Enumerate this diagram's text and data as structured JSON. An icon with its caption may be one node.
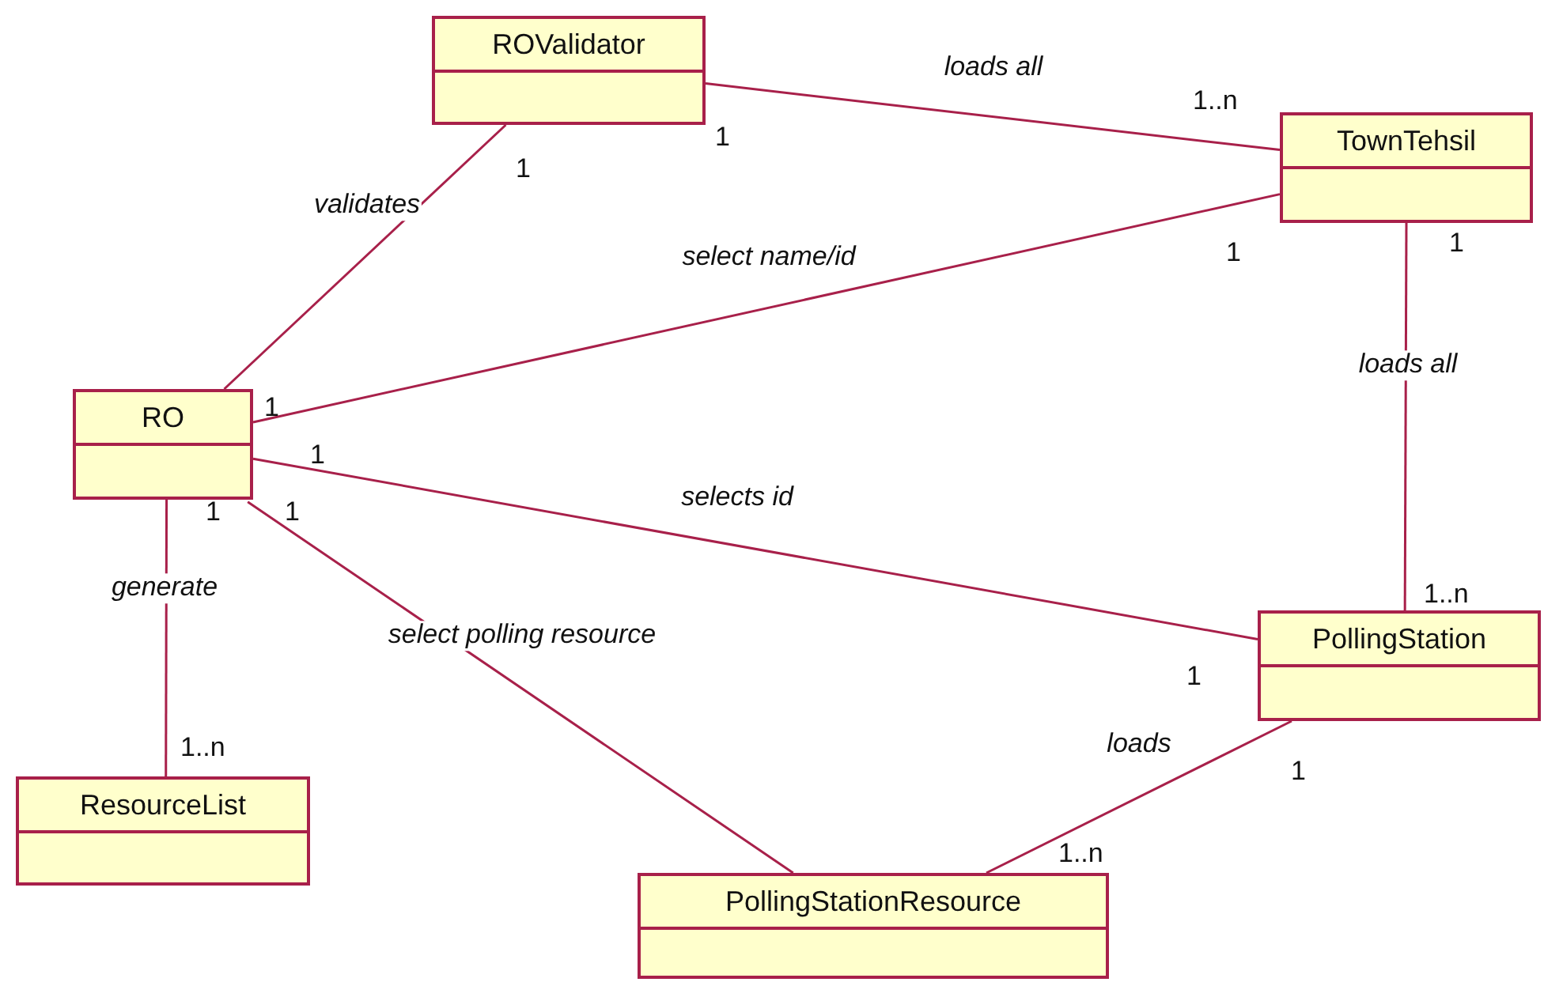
{
  "diagram": {
    "nodes": [
      {
        "text": [
          "ROValidator"
        ]
      },
      {
        "text": [
          "TownTehsil"
        ]
      },
      {
        "text": [
          "RO"
        ]
      },
      {
        "text": [
          "PollingStation"
        ]
      },
      {
        "text": [
          "ResourceList"
        ]
      },
      {
        "text": [
          "PollingStationResource"
        ]
      }
    ],
    "edges": [
      {
        "from": 0,
        "to": 1,
        "arrow": "none",
        "label": "loads all"
      },
      {
        "from": 0,
        "to": 2,
        "arrow": "none",
        "label": "validates"
      },
      {
        "from": 2,
        "to": 1,
        "arrow": "none",
        "label": "select name/id"
      },
      {
        "from": 1,
        "to": 3,
        "arrow": "none",
        "label": "loads all"
      },
      {
        "from": 2,
        "to": 3,
        "arrow": "none",
        "label": "selects id"
      },
      {
        "from": 2,
        "to": 4,
        "arrow": "none",
        "label": "generate"
      },
      {
        "from": 2,
        "to": 5,
        "arrow": "none",
        "label": "select polling resource"
      },
      {
        "from": 3,
        "to": 5,
        "arrow": "none",
        "label": "loads"
      }
    ],
    "labels": [
      "1..n",
      "1",
      "1",
      "1",
      "1",
      "1",
      "1",
      "1",
      "1",
      "1..n",
      "1..n",
      "1",
      "1",
      "1..n"
    ]
  }
}
